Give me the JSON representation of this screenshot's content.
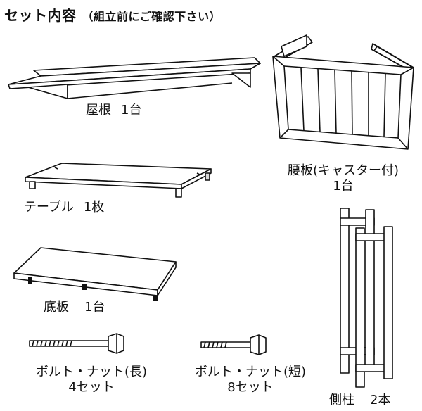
{
  "header": {
    "title": "セット内容",
    "subtitle": "（組立前にご確認下さい）"
  },
  "parts": {
    "roof": {
      "name": "屋根",
      "qty": "1台"
    },
    "waist_board": {
      "name": "腰板(キャスター付)",
      "qty": "1台"
    },
    "table": {
      "name": "テーブル",
      "qty": "1枚"
    },
    "bottom_board": {
      "name": "底板",
      "qty": "1台"
    },
    "side_pillar": {
      "name": "側柱",
      "qty": "2本"
    },
    "bolt_long": {
      "name": "ボルト・ナット(長)",
      "qty": "4セット"
    },
    "bolt_short": {
      "name": "ボルト・ナット(短)",
      "qty": "8セット"
    }
  }
}
